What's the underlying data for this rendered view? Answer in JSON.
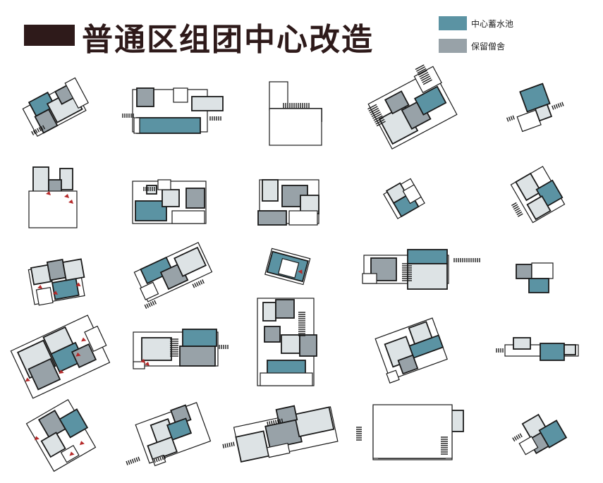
{
  "title": "普通区组团中心改造",
  "colors": {
    "title": "#2e1a1a",
    "pool": "#5b93a3",
    "dwelling": "#98a2a8",
    "light": "#dde3e5",
    "outline": "#1a1a1a",
    "marker": "#b52a2a"
  },
  "legend": [
    {
      "label": "中心蓄水池",
      "color": "#5b93a3"
    },
    {
      "label": "保留僧舍",
      "color": "#98a2a8"
    }
  ],
  "grid": {
    "rows": 5,
    "columns": 5,
    "plan_count": 25
  }
}
